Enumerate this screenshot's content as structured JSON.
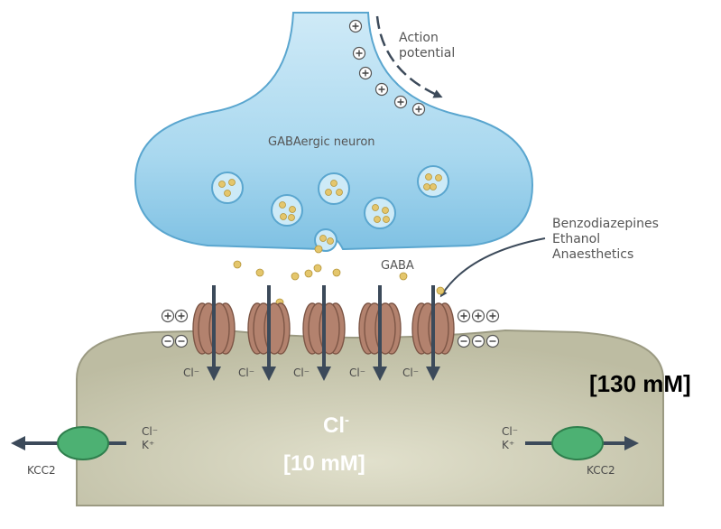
{
  "colors": {
    "neuron_fill": "#a9d8ef",
    "cell_fill": "#c7c6ad",
    "channel": "#b3826e",
    "transporter": "#4db173",
    "arrow": "#3c4a5a",
    "vesicle_fill": "#e4c66c"
  },
  "labels": {
    "action_potential": "Action\npotential",
    "gaba_neuron": "GABAergic neuron",
    "drugs": "Benzodiazepines\nEthanol\nAnaesthetics",
    "gaba": "GABA",
    "cl_channel": "Cl⁻",
    "transporter_ions": "Cl⁻\nK⁺",
    "kcc2": "KCC2",
    "cl_inside_symbol": "Cl",
    "cl_inside_charge": "-",
    "conc_inside": "[10 mM]",
    "conc_outside": "[130 mM]",
    "plus": "+",
    "minus": "−"
  },
  "icons": {
    "channel": "gabaa-receptor-channel-icon",
    "transporter": "kcc2-transporter-icon",
    "vesicle": "synaptic-vesicle-icon"
  }
}
